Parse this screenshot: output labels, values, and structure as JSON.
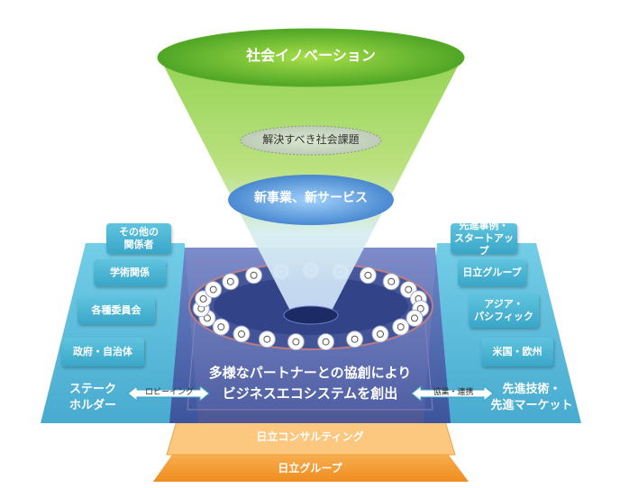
{
  "funnel": {
    "top": "社会イノベーション",
    "middle": "解決すべき社会課題",
    "lower": "新事業、新サービス"
  },
  "center": {
    "line1": "多様なパートナーとの協創により",
    "line2": "ビジネスエコシステムを創出"
  },
  "base": {
    "consulting": "日立コンサルティング",
    "group": "日立グループ"
  },
  "left": {
    "boxes": [
      {
        "line1": "その他の",
        "line2": "関係者"
      },
      {
        "line1": "学術関係",
        "line2": ""
      },
      {
        "line1": "各種委員会",
        "line2": ""
      },
      {
        "line1": "政府・自治体",
        "line2": ""
      }
    ],
    "title_line1": "ステーク",
    "title_line2": "ホルダー",
    "arrow_label": "ロビーイング"
  },
  "right": {
    "boxes": [
      {
        "line1": "先進事例・",
        "line2": "スタートアップ"
      },
      {
        "line1": "日立グループ",
        "line2": ""
      },
      {
        "line1": "アジア・",
        "line2": "パシフィック"
      },
      {
        "line1": "米国・欧州",
        "line2": ""
      }
    ],
    "title_line1": "先進技術・",
    "title_line2": "先進マーケット",
    "arrow_label": "協業・連携"
  },
  "colors": {
    "funnel_green": "#7ac143",
    "funnel_blue": "#4a8fd8",
    "platform_navy": "#3b4e98",
    "side_blue": "#4fb6d8",
    "base_orange": "#f39a2b"
  },
  "icons": [
    "gear-icon",
    "globe-icon",
    "car-icon",
    "factory-icon",
    "truck-icon",
    "person-icon",
    "lightbulb-icon",
    "building-icon",
    "train-icon",
    "chart-icon",
    "leaf-icon",
    "medical-icon",
    "plane-icon",
    "house-icon",
    "phone-icon",
    "money-icon",
    "water-icon",
    "energy-icon",
    "ship-icon",
    "wind-icon",
    "hospital-icon",
    "shop-icon",
    "signal-icon"
  ]
}
